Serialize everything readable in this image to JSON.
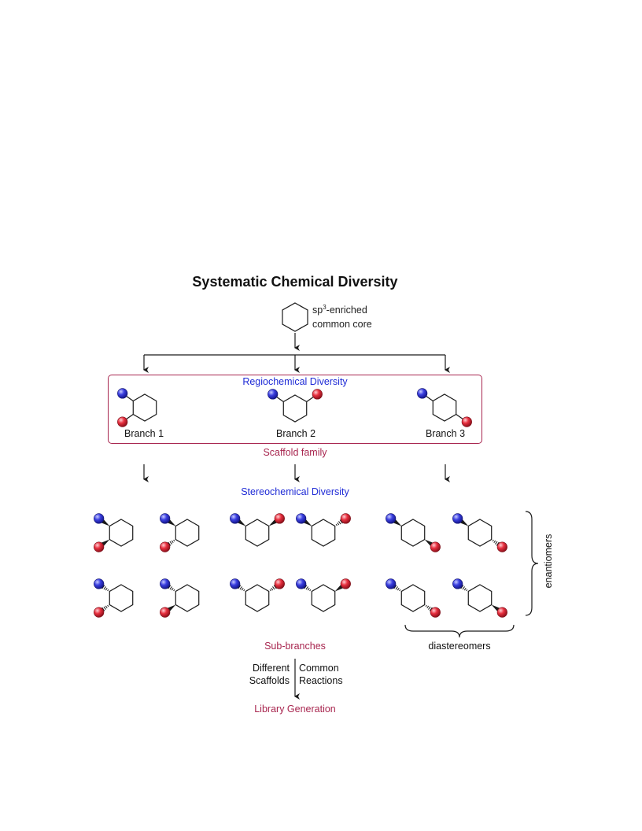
{
  "title": "Systematic Chemical Diversity",
  "core": {
    "label_line1_prefix": "sp",
    "label_line1_sup": "3",
    "label_line1_suffix": "-enriched",
    "label_line2": "common core"
  },
  "regio": {
    "heading": "Regiochemical Diversity",
    "branches": [
      {
        "label": "Branch 1"
      },
      {
        "label": "Branch 2"
      },
      {
        "label": "Branch 3"
      }
    ],
    "caption": "Scaffold family"
  },
  "stereo": {
    "heading": "Stereochemical Diversity",
    "enantiomers_label": "enantiomers",
    "diastereomers_label": "diastereomers",
    "caption": "Sub-branches"
  },
  "bottom": {
    "left_line1": "Different",
    "left_line2": "Scaffolds",
    "right_line1": "Common",
    "right_line2": "Reactions",
    "caption": "Library Generation"
  },
  "colors": {
    "blue_ball": "#2b2fcf",
    "red_ball": "#e0283a",
    "regio_text": "#1f2bd6",
    "accent_text": "#a8264f",
    "box_border": "#a8264f"
  }
}
